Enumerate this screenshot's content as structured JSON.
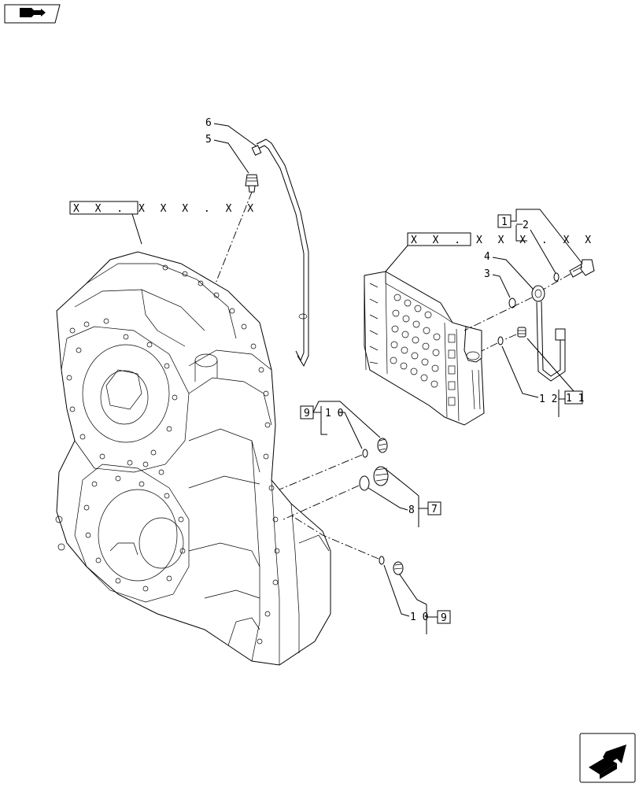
{
  "nav": {
    "prev_icon": "back-arrow-icon",
    "next_icon": "forward-arrow-icon"
  },
  "refs": {
    "ref_housing": "X X . X X X . X X",
    "ref_valve": "X X . X X X . X X"
  },
  "callouts": {
    "n6": "6",
    "n5": "5",
    "n4": "4",
    "n3": "3",
    "n2": "2",
    "box1": "1",
    "n12": "1 2",
    "box11": "1 1",
    "box9a": "9",
    "n10a": "1 0",
    "n8": "8",
    "box7": "7",
    "n10b": "1 0",
    "box9b": "9"
  }
}
